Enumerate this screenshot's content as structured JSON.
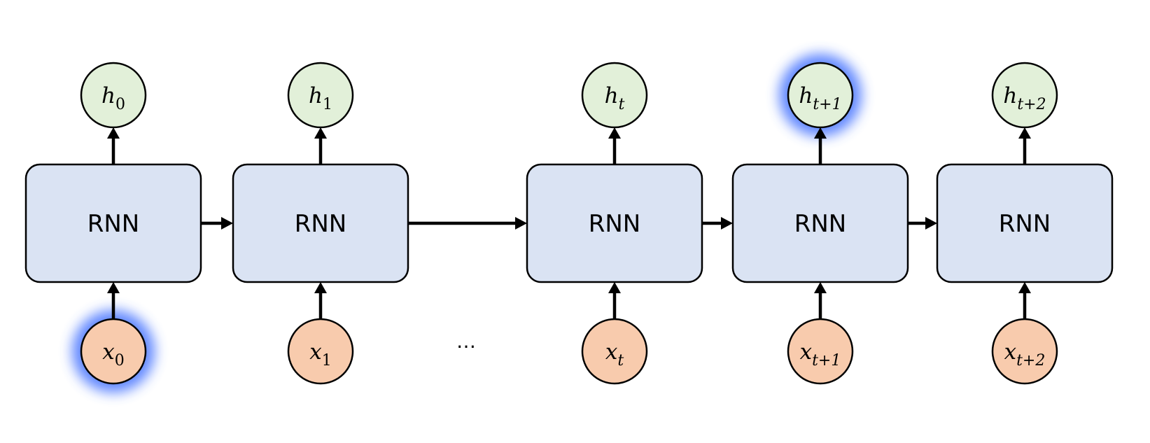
{
  "diagram": {
    "ellipsis": "…",
    "colors": {
      "rnn_fill": "#dae3f3",
      "output_fill": "#e2f0d9",
      "input_fill": "#f8cbad",
      "glow": "#4472ff",
      "stroke": "#000000"
    },
    "cells": [
      {
        "rnn_label": "RNN",
        "output": {
          "var": "h",
          "sub": "0",
          "highlighted": false
        },
        "input": {
          "var": "x",
          "sub": "0",
          "highlighted": true
        }
      },
      {
        "rnn_label": "RNN",
        "output": {
          "var": "h",
          "sub": "1",
          "highlighted": false
        },
        "input": {
          "var": "x",
          "sub": "1",
          "highlighted": false
        }
      },
      {
        "rnn_label": "RNN",
        "output": {
          "var": "h",
          "sub": "t",
          "highlighted": false
        },
        "input": {
          "var": "x",
          "sub": "t",
          "highlighted": false
        }
      },
      {
        "rnn_label": "RNN",
        "output": {
          "var": "h",
          "sub": "t+1",
          "highlighted": true
        },
        "input": {
          "var": "x",
          "sub": "t+1",
          "highlighted": false
        }
      },
      {
        "rnn_label": "RNN",
        "output": {
          "var": "h",
          "sub": "t+2",
          "highlighted": false
        },
        "input": {
          "var": "x",
          "sub": "t+2",
          "highlighted": false
        }
      }
    ]
  }
}
